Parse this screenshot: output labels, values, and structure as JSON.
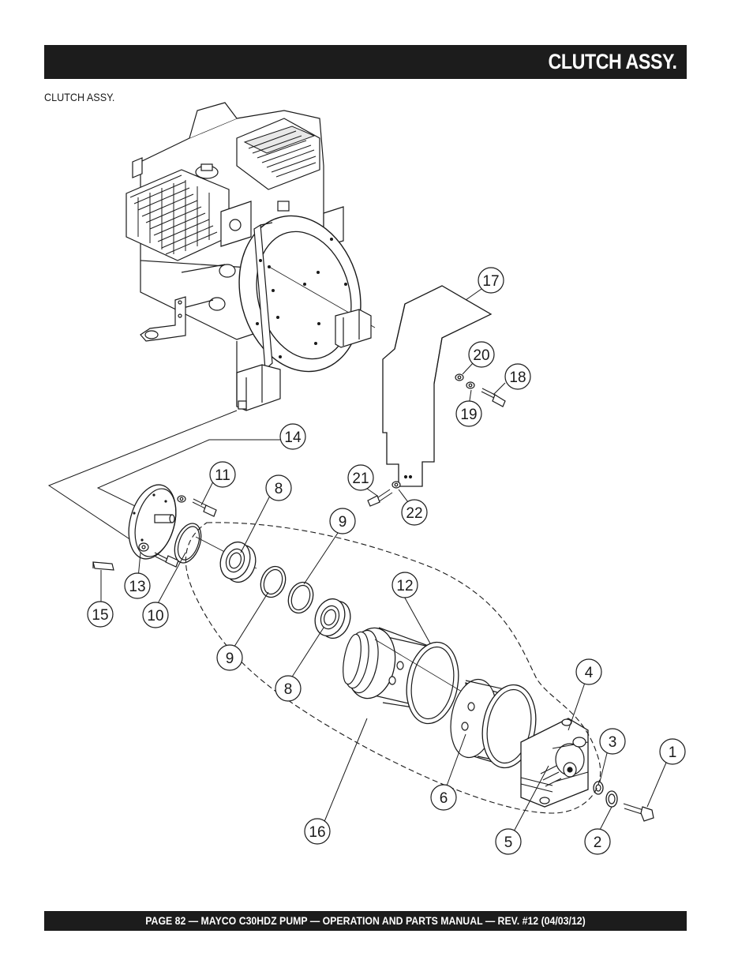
{
  "header": {
    "title": "CLUTCH ASSY."
  },
  "subtitle": "CLUTCH ASSY.",
  "callouts": [
    "17",
    "20",
    "18",
    "19",
    "14",
    "11",
    "8",
    "21",
    "22",
    "9",
    "12",
    "13",
    "15",
    "10",
    "9",
    "8",
    "4",
    "3",
    "1",
    "6",
    "16",
    "5",
    "2"
  ],
  "footer": {
    "text": "PAGE 82 — MAYCO C30HDZ PUMP — OPERATION AND PARTS MANUAL — REV. #12 (04/03/12)"
  }
}
